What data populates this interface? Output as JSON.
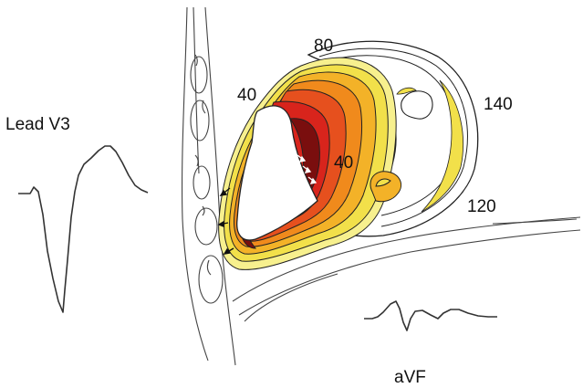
{
  "labels": {
    "lead_v3": "Lead V3",
    "avf": "aVF"
  },
  "isochrones": {
    "iso_80": "80",
    "iso_40_top": "40",
    "iso_40_septum": "40",
    "iso_140": "140",
    "iso_120": "120"
  },
  "colors": {
    "dark_red": "#7a0e0e",
    "red": "#d8241c",
    "orange_red": "#e6501e",
    "orange": "#f08a1c",
    "yellow_orange": "#f3b228",
    "yellow": "#f2e04a",
    "pale_yellow": "#f7f08e",
    "outline": "#222222"
  }
}
